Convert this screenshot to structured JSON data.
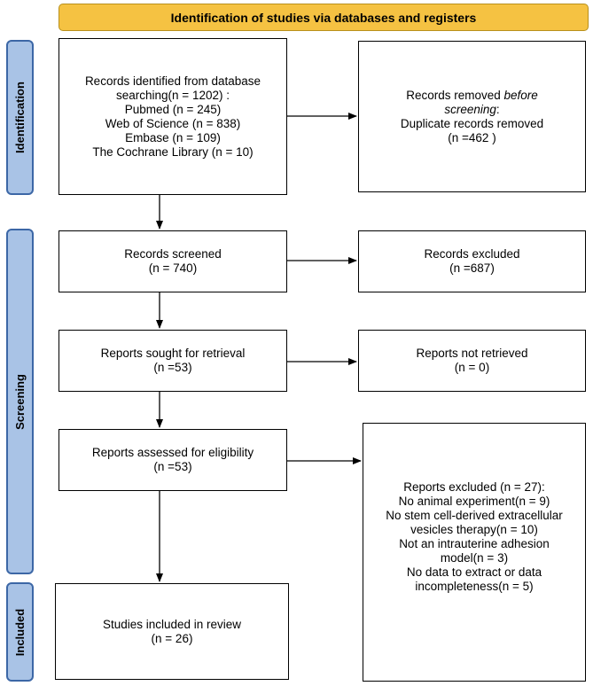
{
  "header": {
    "title": "Identification of studies via databases and registers"
  },
  "phases": {
    "identification": "Identification",
    "screening": "Screening",
    "included": "Included"
  },
  "identification": {
    "records_identified": {
      "line1": "Records identified from database",
      "line2": "searching(n = 1202) :",
      "line3": "Pubmed (n = 245)",
      "line4": "Web of Science (n = 838)",
      "line5": "Embase (n = 109)",
      "line6": "The Cochrane Library (n = 10)"
    },
    "records_removed": {
      "line1_a": "Records removed ",
      "line1_b": "before",
      "line2_a": "screening",
      "line2_b": ":",
      "line3": "Duplicate records removed",
      "line4": "(n =462 )"
    }
  },
  "screening": {
    "records_screened": {
      "line1": "Records screened",
      "line2": "(n = 740)"
    },
    "records_excluded": {
      "line1": "Records excluded",
      "line2": "(n =687)"
    },
    "reports_sought": {
      "line1": "Reports sought for retrieval",
      "line2": "(n =53)"
    },
    "reports_not_retrieved": {
      "line1": "Reports not retrieved",
      "line2": "(n = 0)"
    },
    "reports_assessed": {
      "line1": "Reports assessed for eligibility",
      "line2": "(n =53)"
    },
    "reports_excluded": {
      "line1": "Reports excluded (n = 27):",
      "line2": "No animal experiment(n = 9)",
      "line3": "No stem cell-derived extracellular",
      "line4": "vesicles therapy(n = 10)",
      "line5": "Not an intrauterine adhesion",
      "line6": "model(n = 3)",
      "line7": "No data to extract or data",
      "line8": "incompleteness(n = 5)"
    }
  },
  "included": {
    "studies_included": {
      "line1": "Studies included in review",
      "line2": "(n = 26)"
    }
  }
}
